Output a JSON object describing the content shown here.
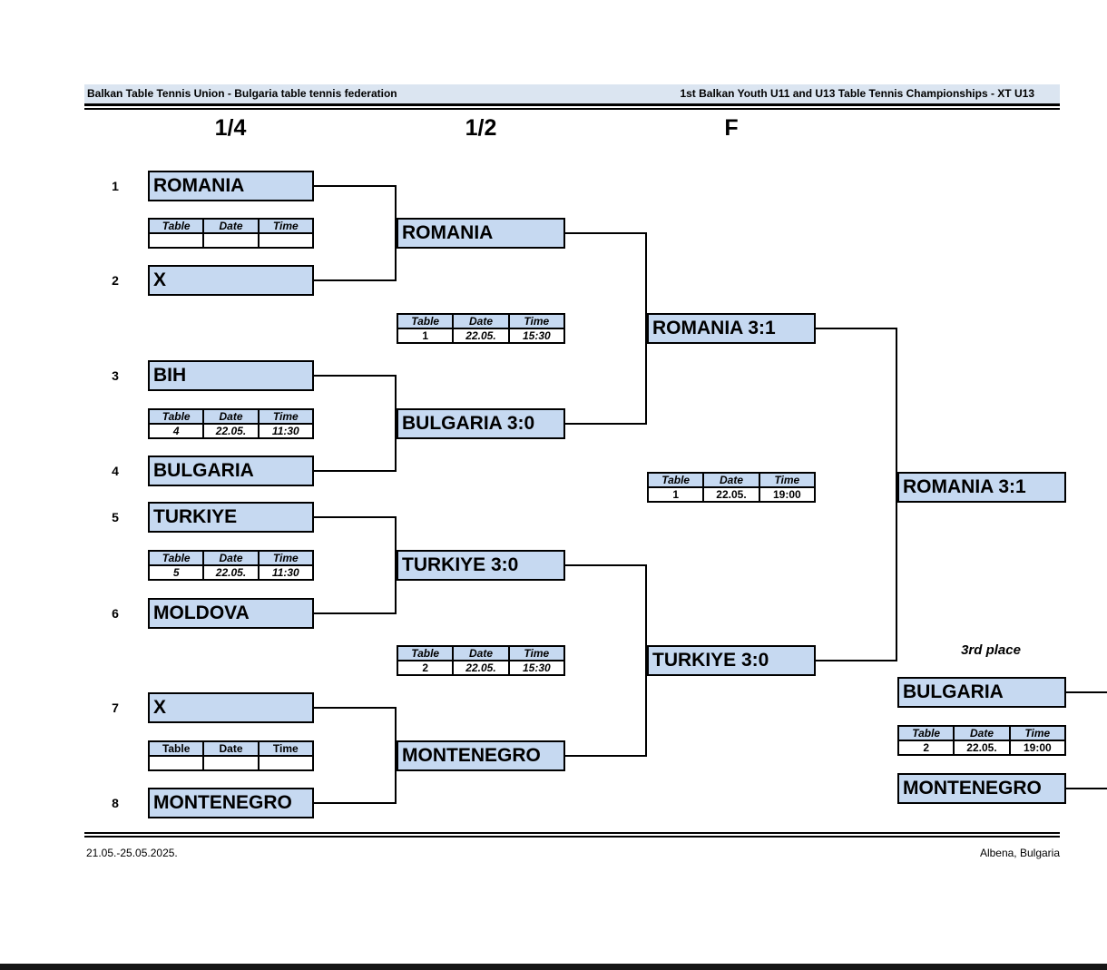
{
  "header": {
    "left": "Balkan Table Tennis Union - Bulgaria table tennis federation",
    "right": "1st Balkan Youth U11 and U13 Table Tennis Championships - XT U13"
  },
  "round_labels": {
    "quarterfinal": "1/4",
    "semifinal": "1/2",
    "final": "F"
  },
  "bracket": {
    "qf_slots": [
      {
        "seed": "1",
        "team": "ROMANIA"
      },
      {
        "seed": "2",
        "team": "X"
      },
      {
        "seed": "3",
        "team": "BIH"
      },
      {
        "seed": "4",
        "team": "BULGARIA"
      },
      {
        "seed": "5",
        "team": "TURKIYE"
      },
      {
        "seed": "6",
        "team": "MOLDOVA"
      },
      {
        "seed": "7",
        "team": "X"
      },
      {
        "seed": "8",
        "team": "MONTENEGRO"
      }
    ],
    "sf_slots": [
      {
        "label": "ROMANIA"
      },
      {
        "label": "BULGARIA 3:0"
      },
      {
        "label": "TURKIYE 3:0"
      },
      {
        "label": "MONTENEGRO"
      }
    ],
    "final_slots": [
      {
        "label": "ROMANIA 3:1"
      },
      {
        "label": "TURKIYE 3:0"
      }
    ],
    "champion": {
      "label": "ROMANIA 3:1"
    },
    "third_place": {
      "title": "3rd place",
      "teams": [
        {
          "label": "BULGARIA"
        },
        {
          "label": "MONTENEGRO"
        }
      ]
    }
  },
  "schedule_headers": [
    "Table",
    "Date",
    "Time"
  ],
  "schedules": {
    "qf": [
      {
        "table": "",
        "date": "",
        "time": ""
      },
      {
        "table": "4",
        "date": "22.05.",
        "time": "11:30"
      },
      {
        "table": "5",
        "date": "22.05.",
        "time": "11:30"
      },
      {
        "table": "",
        "date": "",
        "time": ""
      }
    ],
    "sf": [
      {
        "table": "1",
        "date": "22.05.",
        "time": "15:30"
      },
      {
        "table": "2",
        "date": "22.05.",
        "time": "15:30"
      }
    ],
    "final": {
      "table": "1",
      "date": "22.05.",
      "time": "19:00"
    },
    "third": {
      "table": "2",
      "date": "22.05.",
      "time": "19:00"
    }
  },
  "footer": {
    "left": "21.05.-25.05.2025.",
    "right": "Albena, Bulgaria"
  },
  "colors": {
    "box_fill": "#c6d9f1",
    "band_fill": "#dbe5f1",
    "line": "#000000"
  }
}
